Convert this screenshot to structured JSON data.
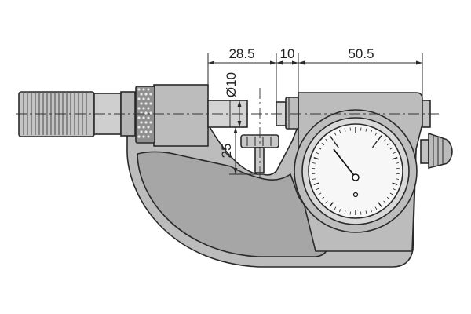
{
  "dimensions": {
    "depth": "28.5",
    "gap": "10",
    "body_length": "50.5",
    "spindle_diameter": "Ø10",
    "throat_depth": "25"
  },
  "dial": {
    "tick_count": 50,
    "major_every": 5
  },
  "colors": {
    "body_gray": "#bcbcbc",
    "body_dark": "#a9a9a9",
    "line": "#2a2a2a",
    "background": "#ffffff"
  }
}
